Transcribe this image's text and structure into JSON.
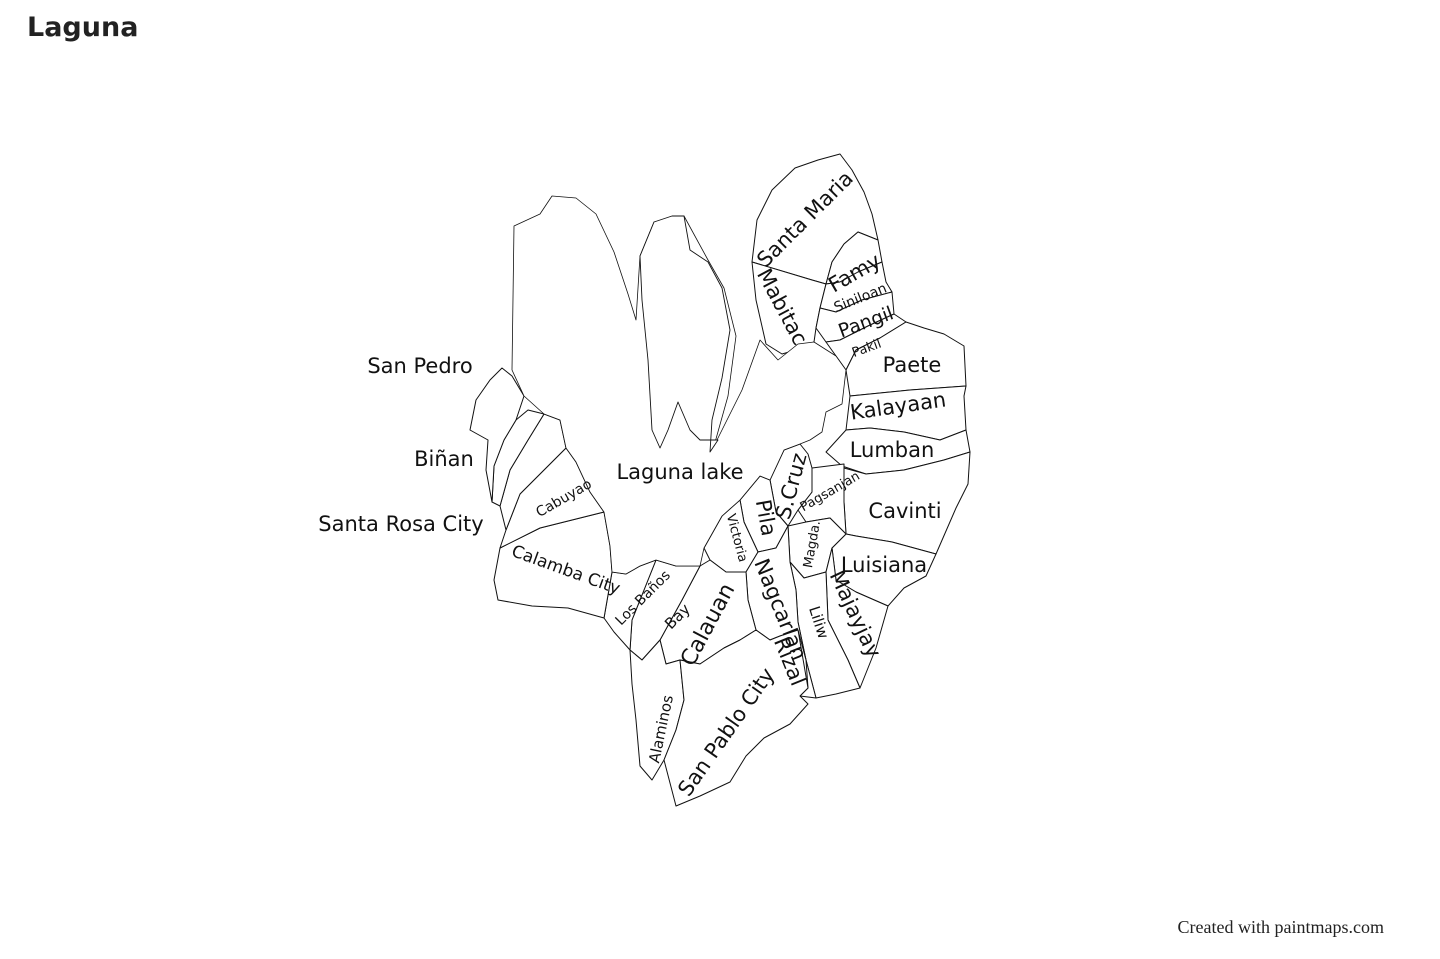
{
  "title": "Laguna",
  "credit": "Created with paintmaps.com",
  "map": {
    "style": {
      "fill": "#ffffff",
      "stroke": "#111111",
      "label_color": "#111111"
    },
    "labels": {
      "san_pedro": "San Pedro",
      "binan": "Biñan",
      "santa_rosa": "Santa Rosa City",
      "cabuyao": "Cabuyao",
      "calamba": "Calamba City",
      "los_banos": "Los Baños",
      "bay": "Bay",
      "calauan": "Calauan",
      "alaminos": "Alaminos",
      "san_pablo": "San Pablo City",
      "victoria": "Victoria",
      "pila": "Pila",
      "santa_cruz": "S.Cruz",
      "pagsanjan": "Pagsanjan",
      "magdalena": "Magda.",
      "nagcarlan": "Nagcarlan",
      "liliw": "Liliw",
      "rizal": "Rizal",
      "majayjay": "Majayjay",
      "luisiana": "Luisiana",
      "cavinti": "Cavinti",
      "lumban": "Lumban",
      "kalayaan": "Kalayaan",
      "paete": "Paete",
      "pakil": "Pakil",
      "pangil": "Pangil",
      "siniloan": "Siniloan",
      "famy": "Famy",
      "mabitac": "Mabitac",
      "santa_maria": "Santa Maria",
      "laguna_lake": "Laguna lake"
    }
  }
}
